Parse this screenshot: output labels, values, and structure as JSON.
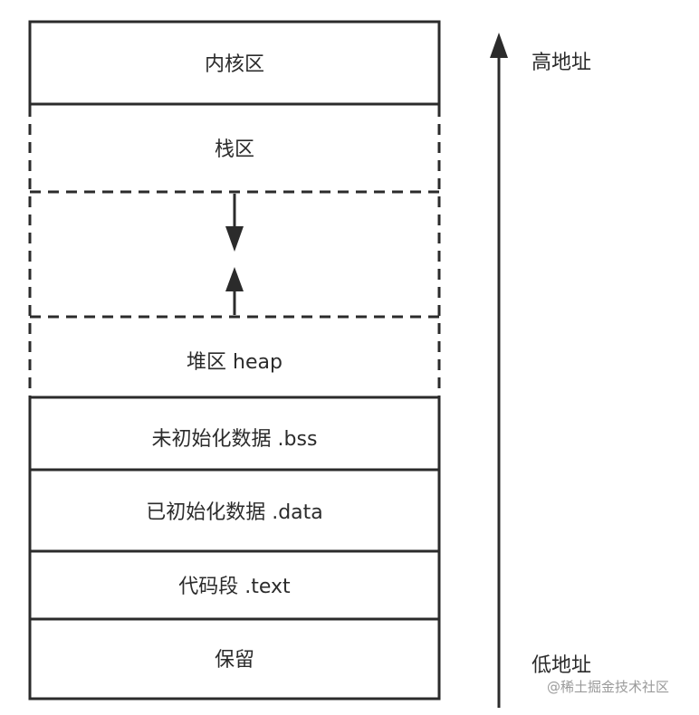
{
  "regions": {
    "kernel": "内核区",
    "stack": "栈区",
    "heap": "堆区 heap",
    "bss": "未初始化数据 .bss",
    "data": "已初始化数据 .data",
    "text": "代码段 .text",
    "reserved": "保留"
  },
  "address": {
    "high": "高地址",
    "low": "低地址"
  },
  "watermark": "@稀土掘金技术社区",
  "colors": {
    "stroke": "#2b2b2b",
    "text": "#2b2b2b",
    "watermark": "#9a9a9a"
  }
}
